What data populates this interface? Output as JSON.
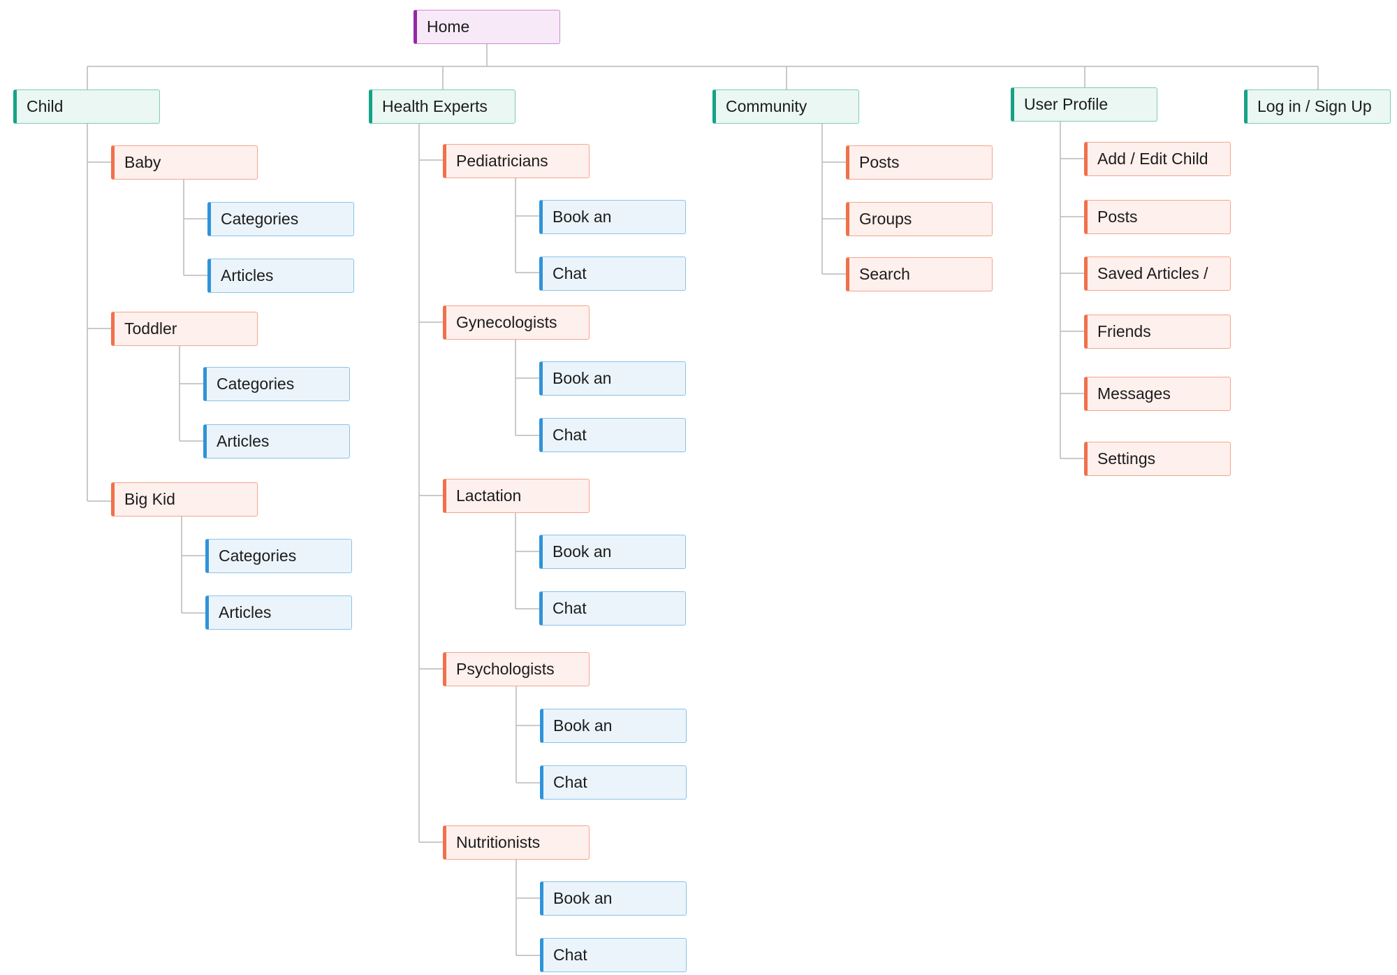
{
  "sitemap": {
    "root": "Home",
    "branches": [
      {
        "label": "Child",
        "children": [
          {
            "label": "Baby",
            "children": [
              "Categories",
              "Articles"
            ]
          },
          {
            "label": "Toddler",
            "children": [
              "Categories",
              "Articles"
            ]
          },
          {
            "label": "Big Kid",
            "children": [
              "Categories",
              "Articles"
            ]
          }
        ]
      },
      {
        "label": "Health Experts",
        "children": [
          {
            "label": "Pediatricians",
            "children": [
              "Book an",
              "Chat"
            ]
          },
          {
            "label": "Gynecologists",
            "children": [
              "Book an",
              "Chat"
            ]
          },
          {
            "label": "Lactation",
            "children": [
              "Book an",
              "Chat"
            ]
          },
          {
            "label": "Psychologists",
            "children": [
              "Book an",
              "Chat"
            ]
          },
          {
            "label": "Nutritionists",
            "children": [
              "Book an",
              "Chat"
            ]
          }
        ]
      },
      {
        "label": "Community",
        "children": [
          {
            "label": "Posts",
            "children": []
          },
          {
            "label": "Groups",
            "children": []
          },
          {
            "label": "Search",
            "children": []
          }
        ]
      },
      {
        "label": "User Profile",
        "children": [
          {
            "label": "Add / Edit Child",
            "children": []
          },
          {
            "label": "Posts",
            "children": []
          },
          {
            "label": "Saved Articles /",
            "children": []
          },
          {
            "label": "Friends",
            "children": []
          },
          {
            "label": "Messages",
            "children": []
          },
          {
            "label": "Settings",
            "children": []
          }
        ]
      },
      {
        "label": "Log in / Sign Up",
        "children": []
      }
    ]
  },
  "colors": {
    "root_accent": "#9527a6",
    "section_accent": "#16a286",
    "page_accent": "#f0704a",
    "subpage_accent": "#2f93d8",
    "connector": "#b9b9b9"
  }
}
